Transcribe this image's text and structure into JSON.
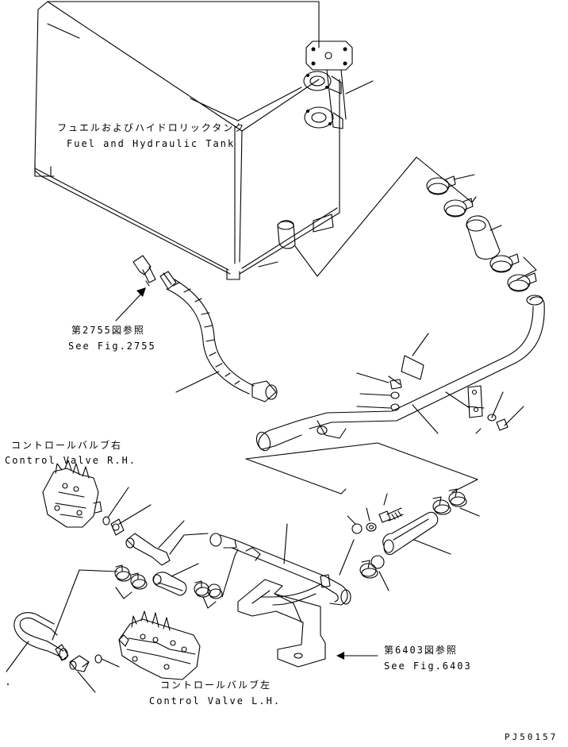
{
  "labels": {
    "tank_jp": "フュエルおよびハイドロリックタンク",
    "tank_en": "Fuel and Hydraulic Tank",
    "ref2755_jp": "第2755図参照",
    "ref2755_en": "See Fig.2755",
    "cv_rh_jp": "コントロールバルブ右",
    "cv_rh_en": "Control Valve R.H.",
    "cv_lh_jp": "コントロールバルブ左",
    "cv_lh_en": "Control Valve L.H.",
    "ref6403_jp": "第6403図参照",
    "ref6403_en": "See Fig.6403",
    "drawing_no": "PJ50157"
  }
}
